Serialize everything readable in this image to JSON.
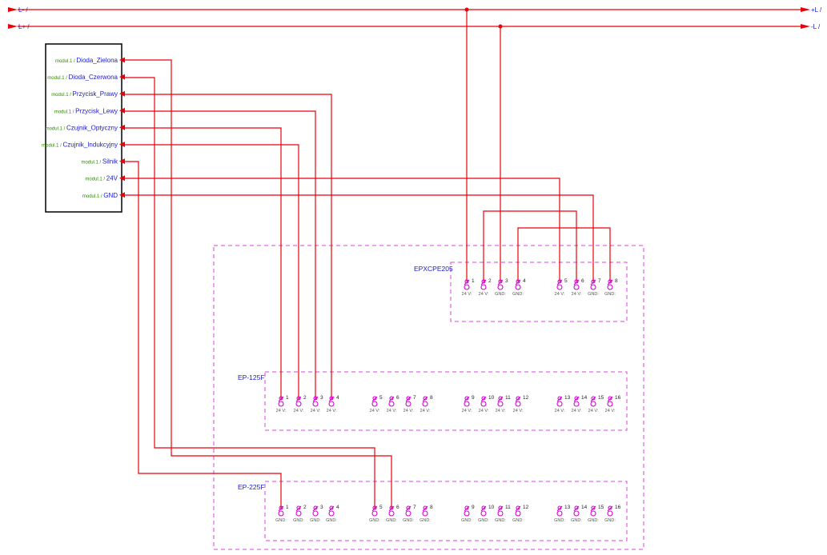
{
  "rails": {
    "left": [
      {
        "label": "L- /"
      },
      {
        "label": "L+ /"
      }
    ],
    "right": [
      {
        "label": "+L /"
      },
      {
        "label": "-L /"
      }
    ]
  },
  "module": {
    "pins": [
      {
        "prefix": "modul.1 /",
        "name": "Dioda_Zielona"
      },
      {
        "prefix": "modul.1 /",
        "name": "Dioda_Czerwona"
      },
      {
        "prefix": "modul.1 /",
        "name": "Przycisk_Prawy"
      },
      {
        "prefix": "modul.1 /",
        "name": "Przycisk_Lewy"
      },
      {
        "prefix": "modul.1 /",
        "name": "Czujnik_Optyczny"
      },
      {
        "prefix": "modul.1 /",
        "name": "Czujnik_Indukcyjny"
      },
      {
        "prefix": "modul.1 /",
        "name": "Silnik"
      },
      {
        "prefix": "modul.1 /",
        "name": "24V"
      },
      {
        "prefix": "modul.1 /",
        "name": "GND"
      }
    ]
  },
  "blocks": [
    {
      "name": "EPXCPE205",
      "terminals": [
        {
          "num": "1",
          "type": "24 V:"
        },
        {
          "num": "2",
          "type": "24 V:"
        },
        {
          "num": "3",
          "type": "GND:"
        },
        {
          "num": "4",
          "type": "GND:"
        },
        {
          "num": "5",
          "type": "24 V:"
        },
        {
          "num": "6",
          "type": "24 V:"
        },
        {
          "num": "7",
          "type": "GND:"
        },
        {
          "num": "8",
          "type": "GND:"
        }
      ]
    },
    {
      "name": "EP-125F",
      "terminals": [
        {
          "num": "1",
          "type": "24 V:"
        },
        {
          "num": "2",
          "type": "24 V:"
        },
        {
          "num": "3",
          "type": "24 V:"
        },
        {
          "num": "4",
          "type": "24 V:"
        },
        {
          "num": "5",
          "type": "24 V:"
        },
        {
          "num": "6",
          "type": "24 V:"
        },
        {
          "num": "7",
          "type": "24 V:"
        },
        {
          "num": "8",
          "type": "24 V:"
        },
        {
          "num": "9",
          "type": "24 V:"
        },
        {
          "num": "10",
          "type": "24 V:"
        },
        {
          "num": "11",
          "type": "24 V:"
        },
        {
          "num": "12",
          "type": "24 V:"
        },
        {
          "num": "13",
          "type": "24 V:"
        },
        {
          "num": "14",
          "type": "24 V:"
        },
        {
          "num": "15",
          "type": "24 V:"
        },
        {
          "num": "16",
          "type": "24 V:"
        }
      ]
    },
    {
      "name": "EP-225F",
      "terminals": [
        {
          "num": "1",
          "type": "GND:"
        },
        {
          "num": "2",
          "type": "GND:"
        },
        {
          "num": "3",
          "type": "GND:"
        },
        {
          "num": "4",
          "type": "GND:"
        },
        {
          "num": "5",
          "type": "GND:"
        },
        {
          "num": "6",
          "type": "GND:"
        },
        {
          "num": "7",
          "type": "GND:"
        },
        {
          "num": "8",
          "type": "GND:"
        },
        {
          "num": "9",
          "type": "GND:"
        },
        {
          "num": "10",
          "type": "GND:"
        },
        {
          "num": "11",
          "type": "GND:"
        },
        {
          "num": "12",
          "type": "GND:"
        },
        {
          "num": "13",
          "type": "GND:"
        },
        {
          "num": "14",
          "type": "GND:"
        },
        {
          "num": "15",
          "type": "GND:"
        },
        {
          "num": "16",
          "type": "GND:"
        }
      ]
    }
  ],
  "colors": {
    "wire": "#e8000b",
    "label": "#1a1acc",
    "prefix": "#2e8b00",
    "terminal": "#d400d4",
    "frame": "#e040e0",
    "terminal_text": "#555555",
    "module_border": "#000000"
  }
}
